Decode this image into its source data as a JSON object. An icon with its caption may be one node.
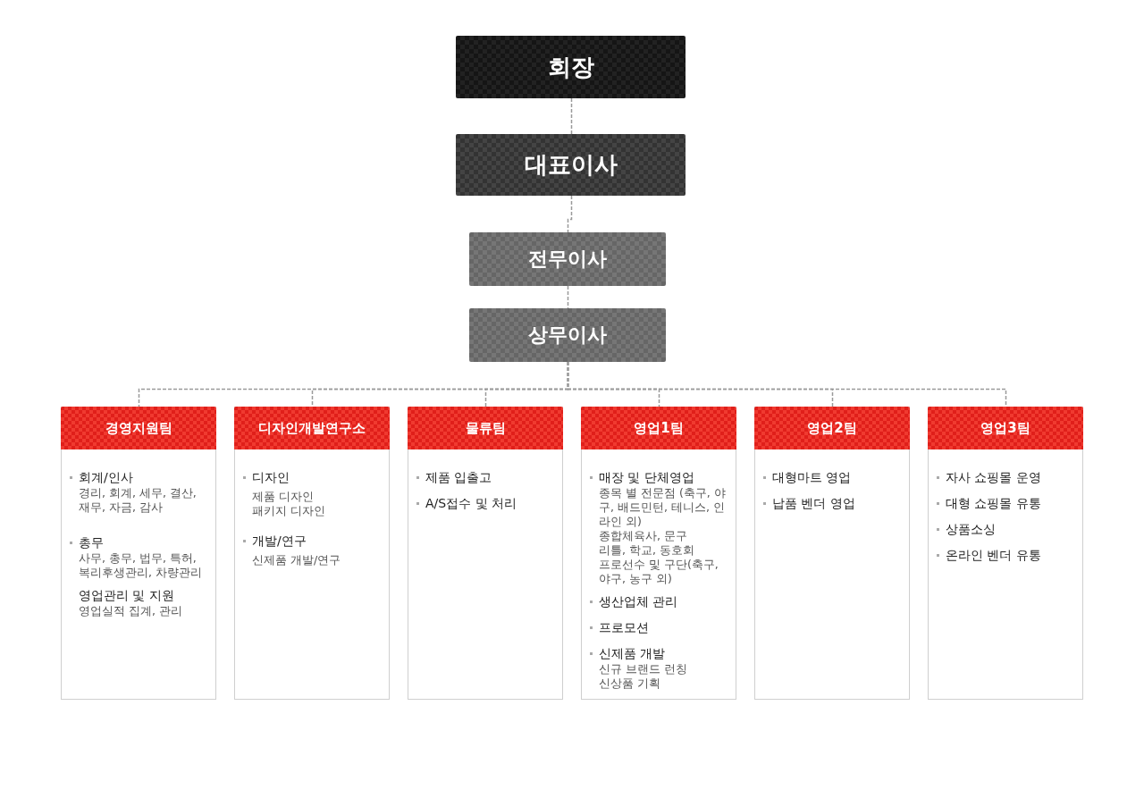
{
  "diagram": {
    "nodes": [
      {
        "text": [
          "회장"
        ]
      },
      {
        "text": [
          "대표이사"
        ]
      },
      {
        "text": [
          "전무이사"
        ]
      },
      {
        "text": [
          "상무이사"
        ]
      },
      {
        "text": [
          "경영지원팀",
          "회계/인사",
          "경리, 회계, 세무, 결산, 재무, 자금, 감사",
          "총무",
          "사무, 총무, 법무, 특허, 복리후생관리, 차량관리",
          "영업관리 및 지원",
          "영업실적 집계, 관리"
        ]
      },
      {
        "text": [
          "디자인개발연구소",
          "디자인",
          "제품 디자인",
          "패키지 디자인",
          "개발/연구",
          "신제품 개발/연구"
        ]
      },
      {
        "text": [
          "물류팀",
          "제품 입출고",
          "A/S접수 및 처리"
        ]
      },
      {
        "text": [
          "영업1팀",
          "매장 및 단체영업",
          "종목 별 전문점 (축구, 야구, 배드민턴, 테니스, 인라인 외)",
          "종합체육사, 문구",
          "리틀, 학교, 동호회",
          "프로선수 및 구단(축구, 야구, 농구 외)",
          "생산업체 관리",
          "프로모션",
          "신제품 개발",
          "신규 브랜드 런칭",
          "신상품 기획"
        ]
      },
      {
        "text": [
          "영업2팀",
          "대형마트 영업",
          "납품 벤더 영업"
        ]
      },
      {
        "text": [
          "영업3팀",
          "자사 쇼핑몰 운영",
          "대형 쇼핑몰 유통",
          "상품소싱",
          "온라인 벤더 유통"
        ]
      }
    ],
    "edges": [
      {
        "from": 0,
        "to": 1,
        "arrow": "none",
        "style": "dashed"
      },
      {
        "from": 1,
        "to": 2,
        "arrow": "none",
        "style": "dashed"
      },
      {
        "from": 2,
        "to": 3,
        "arrow": "none",
        "style": "dashed"
      },
      {
        "from": 3,
        "to": 4,
        "arrow": "none",
        "style": "dashed"
      },
      {
        "from": 3,
        "to": 5,
        "arrow": "none",
        "style": "dashed"
      },
      {
        "from": 3,
        "to": 6,
        "arrow": "none",
        "style": "dashed"
      },
      {
        "from": 3,
        "to": 7,
        "arrow": "none",
        "style": "dashed"
      },
      {
        "from": 3,
        "to": 8,
        "arrow": "none",
        "style": "dashed"
      },
      {
        "from": 3,
        "to": 9,
        "arrow": "none",
        "style": "dashed"
      }
    ]
  }
}
